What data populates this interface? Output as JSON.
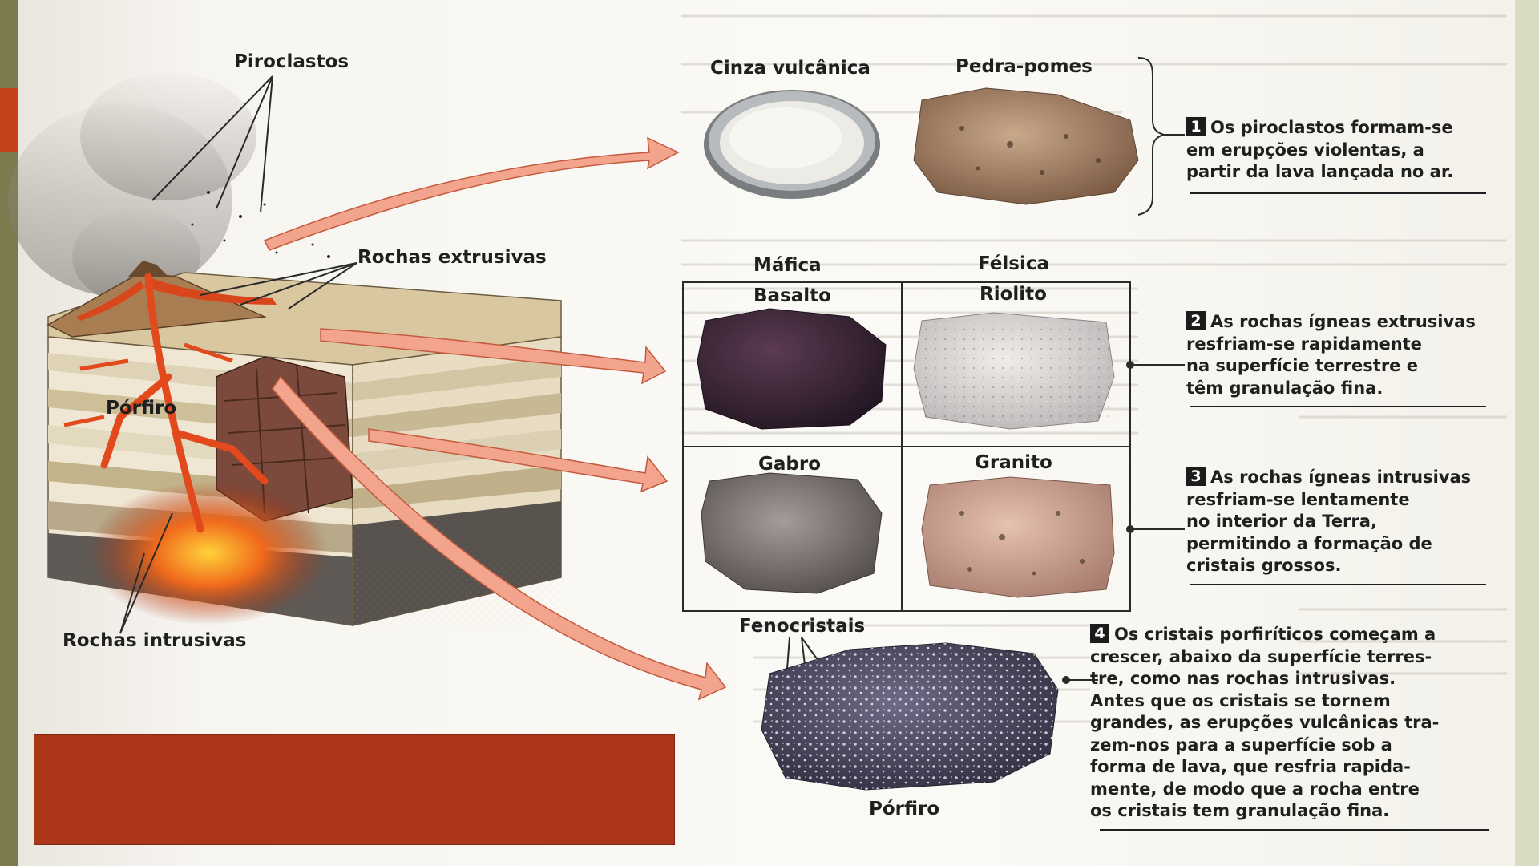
{
  "labels": {
    "piroclastos": "Piroclastos",
    "rochas_extrusivas": "Rochas extrusivas",
    "porfiro_left": "Pórfiro",
    "rochas_intrusivas": "Rochas intrusivas",
    "cinza_vulcanica": "Cinza vulcânica",
    "pedra_pomes": "Pedra-pomes",
    "mafica": "Máfica",
    "felsica": "Félsica",
    "basalto": "Basalto",
    "riolito": "Riolito",
    "gabro": "Gabro",
    "granito": "Granito",
    "fenocristais": "Fenocristais",
    "porfiro_bottom": "Pórfiro"
  },
  "notes": [
    {
      "number": "1",
      "lines": [
        "Os piroclastos formam-se",
        "em erupções violentas, a",
        "partir da lava lançada no ar."
      ]
    },
    {
      "number": "2",
      "lines": [
        "As rochas ígneas extrusivas",
        "resfriam-se rapidamente",
        "na superfície terrestre e",
        "têm granulação fina."
      ]
    },
    {
      "number": "3",
      "lines": [
        "As rochas ígneas intrusivas",
        "resfriam-se lentamente",
        "no interior da Terra,",
        "permitindo a formação de",
        "cristais grossos."
      ]
    },
    {
      "number": "4",
      "lines": [
        "Os cristais porfiríticos começam a",
        "crescer, abaixo da superfície terres-",
        "tre, como nas rochas intrusivas.",
        "Antes que os cristais se tornem",
        "grandes, as erupções vulcânicas tra-",
        "zem-nos para a superfície sob a",
        "forma de lava, que resfria rapida-",
        "mente, de modo que a rocha entre",
        "os cristais tem granulação fina."
      ]
    }
  ],
  "colors": {
    "arrow": "#f2a48c",
    "arrow_stroke": "#c45a3e",
    "lava": "#e2491c",
    "red_box": "#ac3618",
    "frame_left": "#7d7a4e",
    "frame_right": "#d7dcc2"
  }
}
